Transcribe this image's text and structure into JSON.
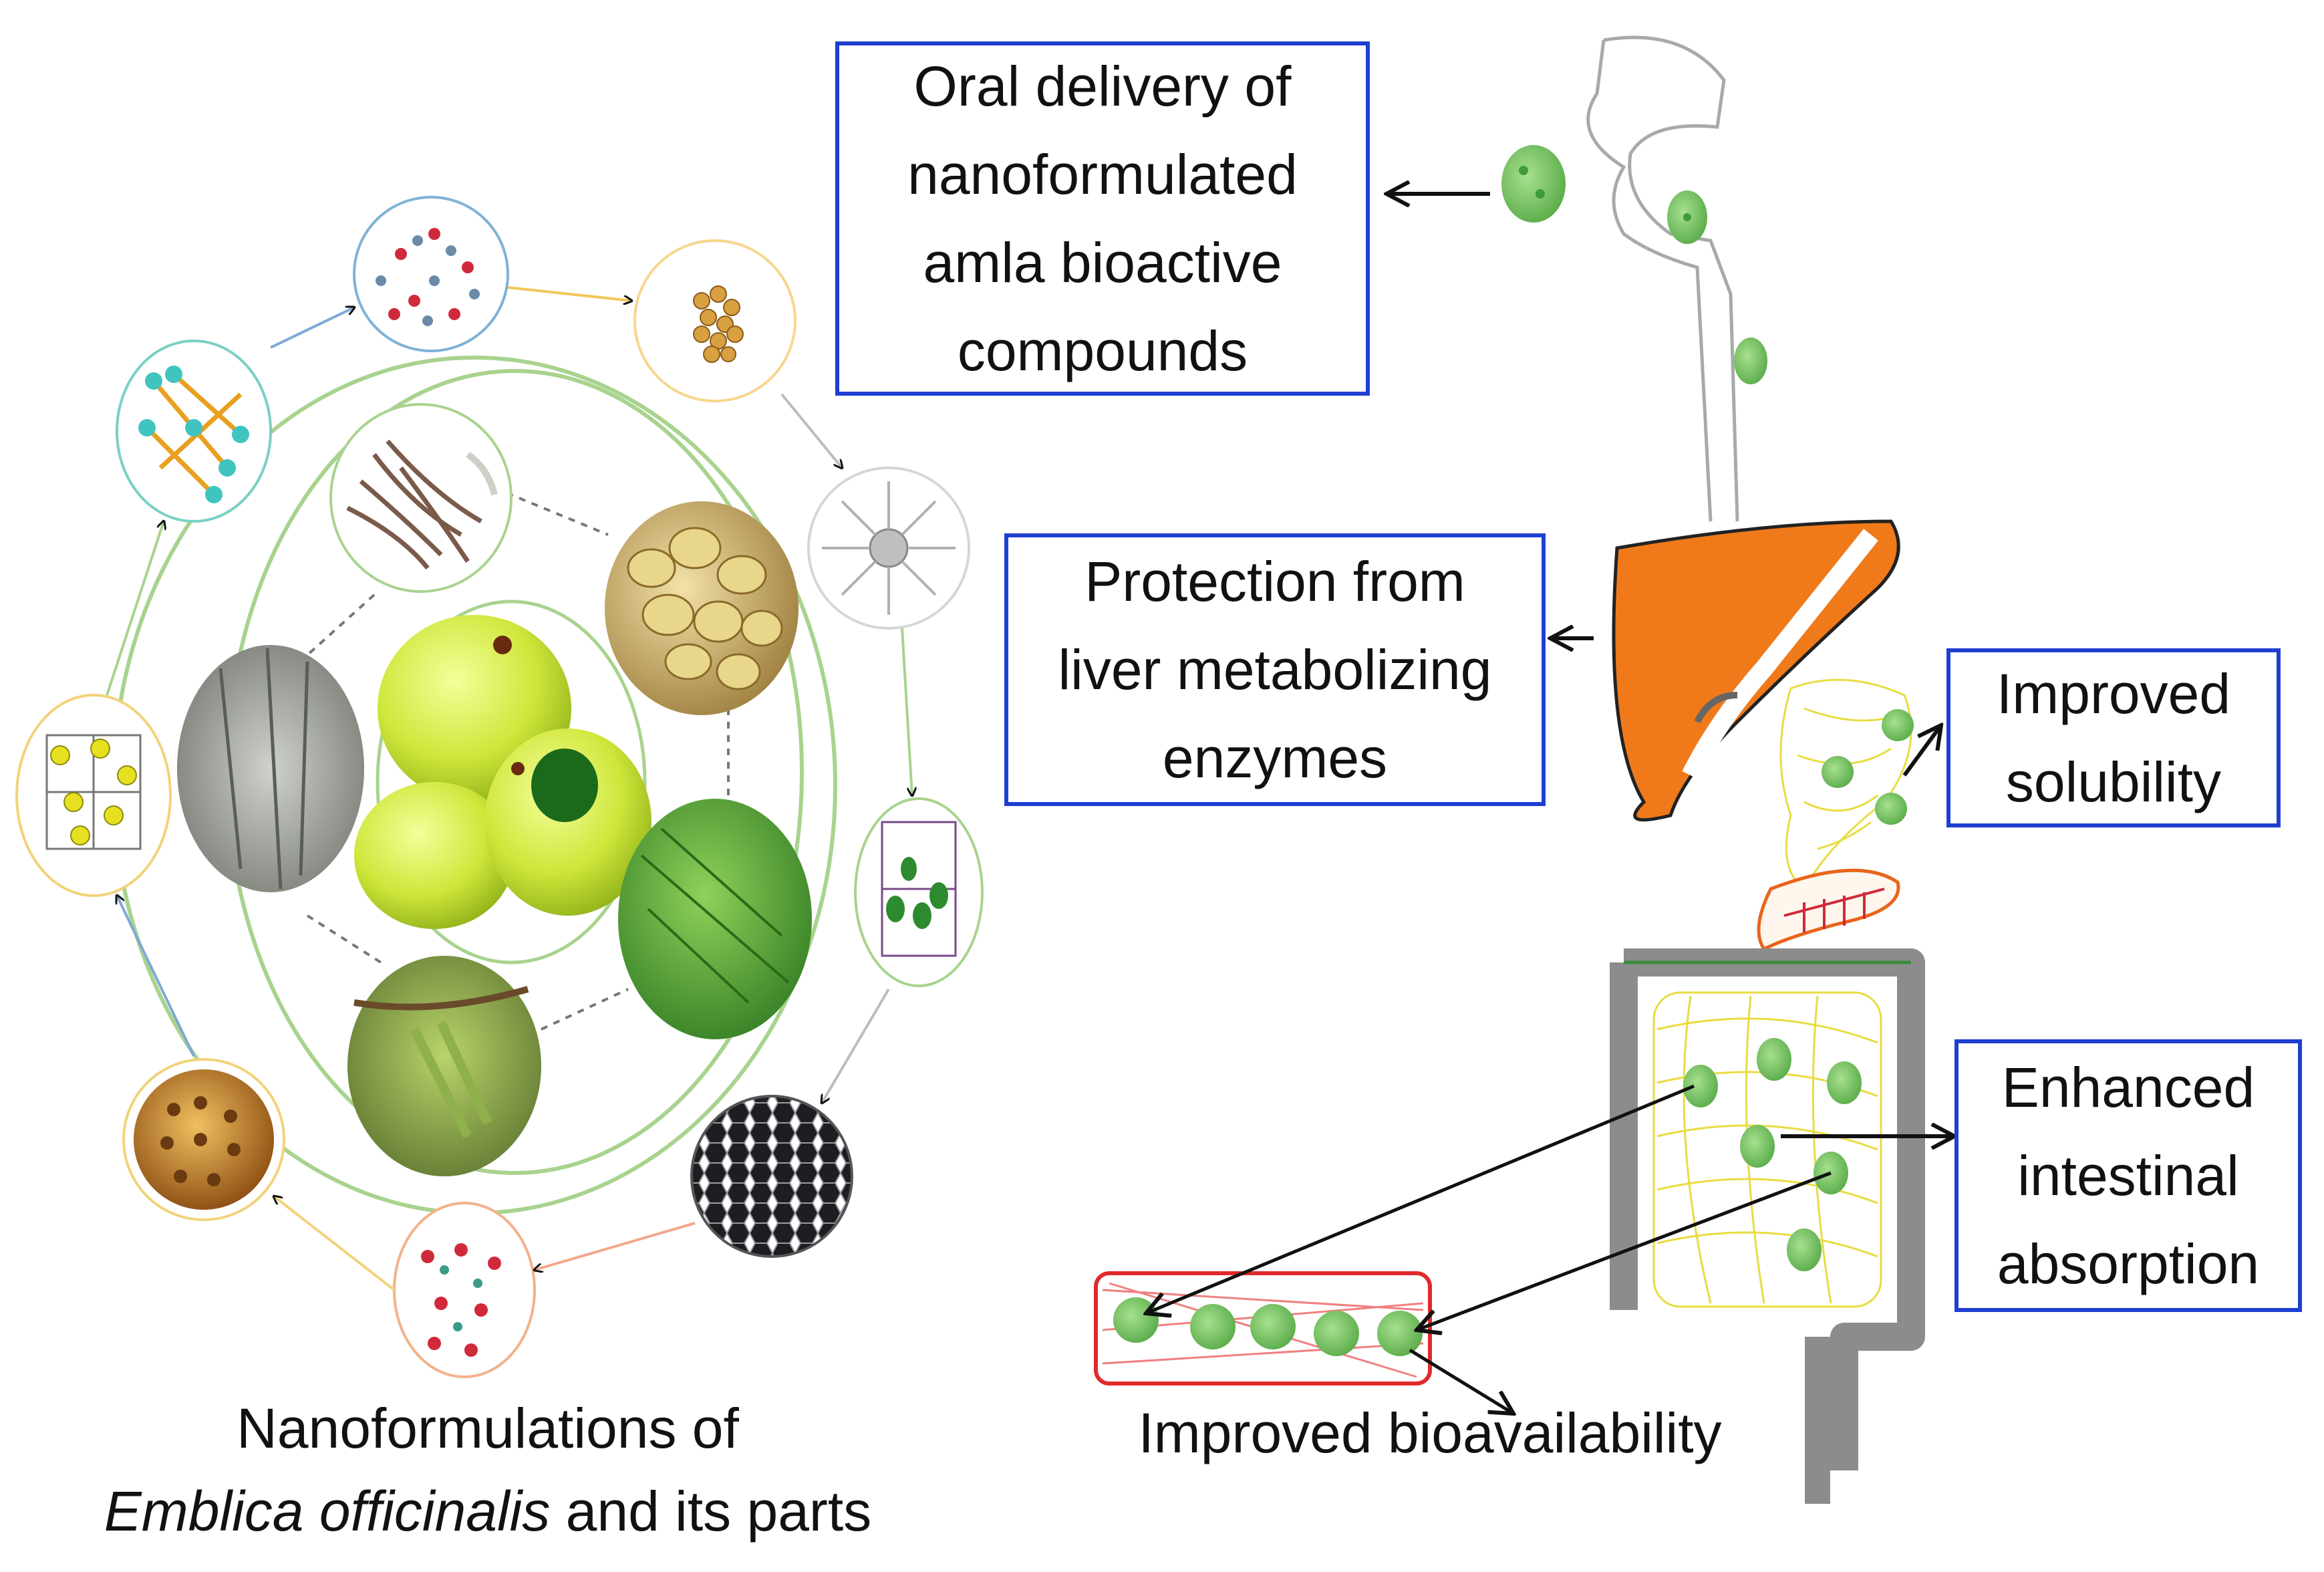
{
  "labels": {
    "oral_delivery": "Oral delivery of\nnanoformulated\namla bioactive\ncompounds",
    "protection": "Protection from\nliver metabolizing\nenzymes",
    "solubility": "Improved\nsolubility",
    "absorption": "Enhanced\nintestinal\nabsorption",
    "bioavailability": "Improved bioavailability"
  },
  "caption": {
    "line1": "Nanoformulations of",
    "species": "Emblica officinalis",
    "line2_rest": " and its parts"
  },
  "colors": {
    "box_border": "#1f3fd1",
    "liver": "#f07a1a",
    "particle": "#6cc05a",
    "particle_dark": "#3f9a3a",
    "intestine_wall": "#8c8c8c",
    "blood_vessel": "#e02a2a",
    "mesh": "#e8dc40",
    "ring": "#9fd08a"
  }
}
